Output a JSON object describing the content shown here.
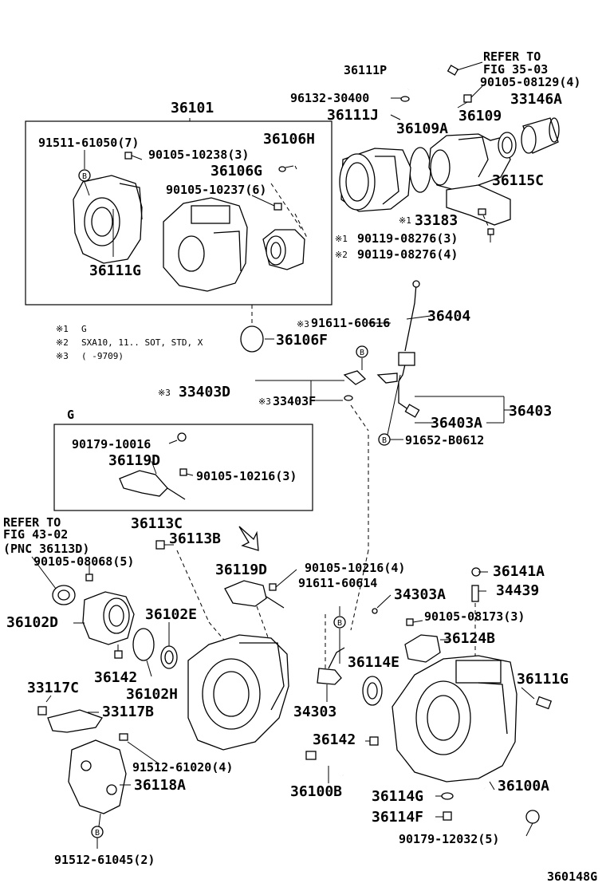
{
  "diagram": {
    "figure_code": "360148G",
    "main_assembly": "36101",
    "group_label": "G",
    "notes": [
      {
        "mark": "※1",
        "text": "G"
      },
      {
        "mark": "※2",
        "text": "SXA10, 11.. SOT, STD, X"
      },
      {
        "mark": "※3",
        "text": "(       -9709)"
      }
    ],
    "circle_mark": "B",
    "labels": {
      "l36111P": "36111P",
      "refer_to_1": "REFER TO",
      "fig_35_03": "FIG 35-03",
      "l90105_08129": "90105-08129(4)",
      "l96132_30400": "96132-30400",
      "l33146A": "33146A",
      "l36111J": "36111J",
      "l36109A": "36109A",
      "l36109": "36109",
      "l36115C": "36115C",
      "l33183": "33183",
      "mark_33183": "※1",
      "l90119_08276_3": "90119-08276(3)",
      "mark_90119_3": "※1",
      "l90119_08276_4": "90119-08276(4)",
      "mark_90119_4": "※2",
      "l91511_61050": "91511-61050(7)",
      "l36106H": "36106H",
      "l90105_10238": "90105-10238(3)",
      "l36106G": "36106G",
      "l90105_10237": "90105-10237(6)",
      "l36111G_top": "36111G",
      "l36106F": "36106F",
      "l91611_60616": "91611-60616",
      "mark_91611": "※3",
      "l36404": "36404",
      "l33403D": "33403D",
      "mark_33403D": "※3",
      "l33403F": "33403F",
      "mark_33403F": "※3",
      "l36403A": "36403A",
      "l36403": "36403",
      "l91652_B0612": "91652-B0612",
      "l90179_10016": "90179-10016",
      "l36119D_box": "36119D",
      "l90105_10216_3": "90105-10216(3)",
      "refer_to_2": "REFER TO",
      "fig_43_02": "FIG 43-02",
      "pnc_36113D": "(PNC 36113D)",
      "l36113C": "36113C",
      "l36113B": "36113B",
      "l90105_08068": "90105-08068(5)",
      "l90105_10216_4": "90105-10216(4)",
      "l36119D": "36119D",
      "l91611_60614": "91611-60614",
      "l34303A": "34303A",
      "l36141A": "36141A",
      "l34439": "34439",
      "l36102D": "36102D",
      "l36102E": "36102E",
      "l90105_08173": "90105-08173(3)",
      "l36124B": "36124B",
      "l36142_left": "36142",
      "l36102H": "36102H",
      "l36114E": "36114E",
      "l36111G_right": "36111G",
      "l33117C": "33117C",
      "l33117B": "33117B",
      "l34303": "34303",
      "l36142_mid": "36142",
      "l91512_61020": "91512-61020(4)",
      "l36118A": "36118A",
      "l36100B": "36100B",
      "l36100A": "36100A",
      "l36114G": "36114G",
      "l36114F": "36114F",
      "l90179_12032": "90179-12032(5)",
      "l91512_61045": "91512-61045(2)"
    }
  }
}
